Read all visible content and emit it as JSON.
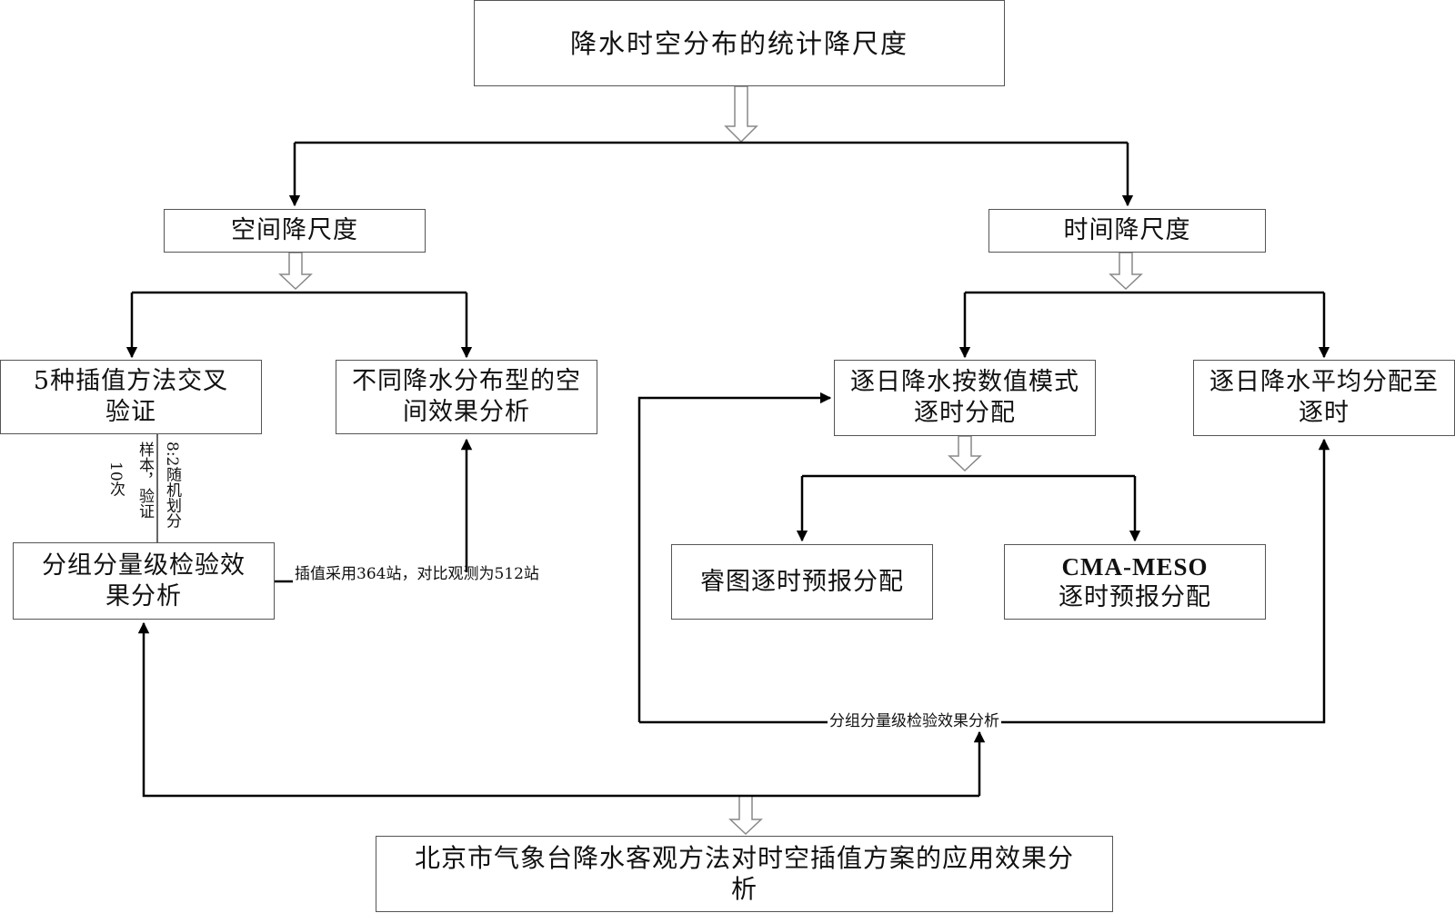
{
  "nodes": {
    "root": "降水时空分布的统计降尺度",
    "spatial": "空间降尺度",
    "temporal": "时间降尺度",
    "interp_cv": "5种插值方法交叉验证",
    "dist_effect": "不同降水分布型的空间效果分析",
    "group_eval": "分组分量级检验效果分析",
    "nwp_alloc": "逐日降水按数值模式逐时分配",
    "avg_alloc": "逐日降水平均分配至逐时",
    "ruitu": "睿图逐时预报分配",
    "cma_meso_line1": "CMA-MESO",
    "cma_meso_line2": "逐时预报分配",
    "bottom": "北京市气象台降水客观方法对时空插值方案的应用效果分析"
  },
  "labels": {
    "split_col1": "8:2随机划分",
    "split_col2": "样本，验证",
    "split_col3": "10次",
    "stations": "插值采用364站，对比观测为512站",
    "group_eval_edge": "分组分量级检验效果分析"
  },
  "colors": {
    "line": "#000000",
    "box_border": "#555555",
    "hollow_arrow": "#888888"
  }
}
